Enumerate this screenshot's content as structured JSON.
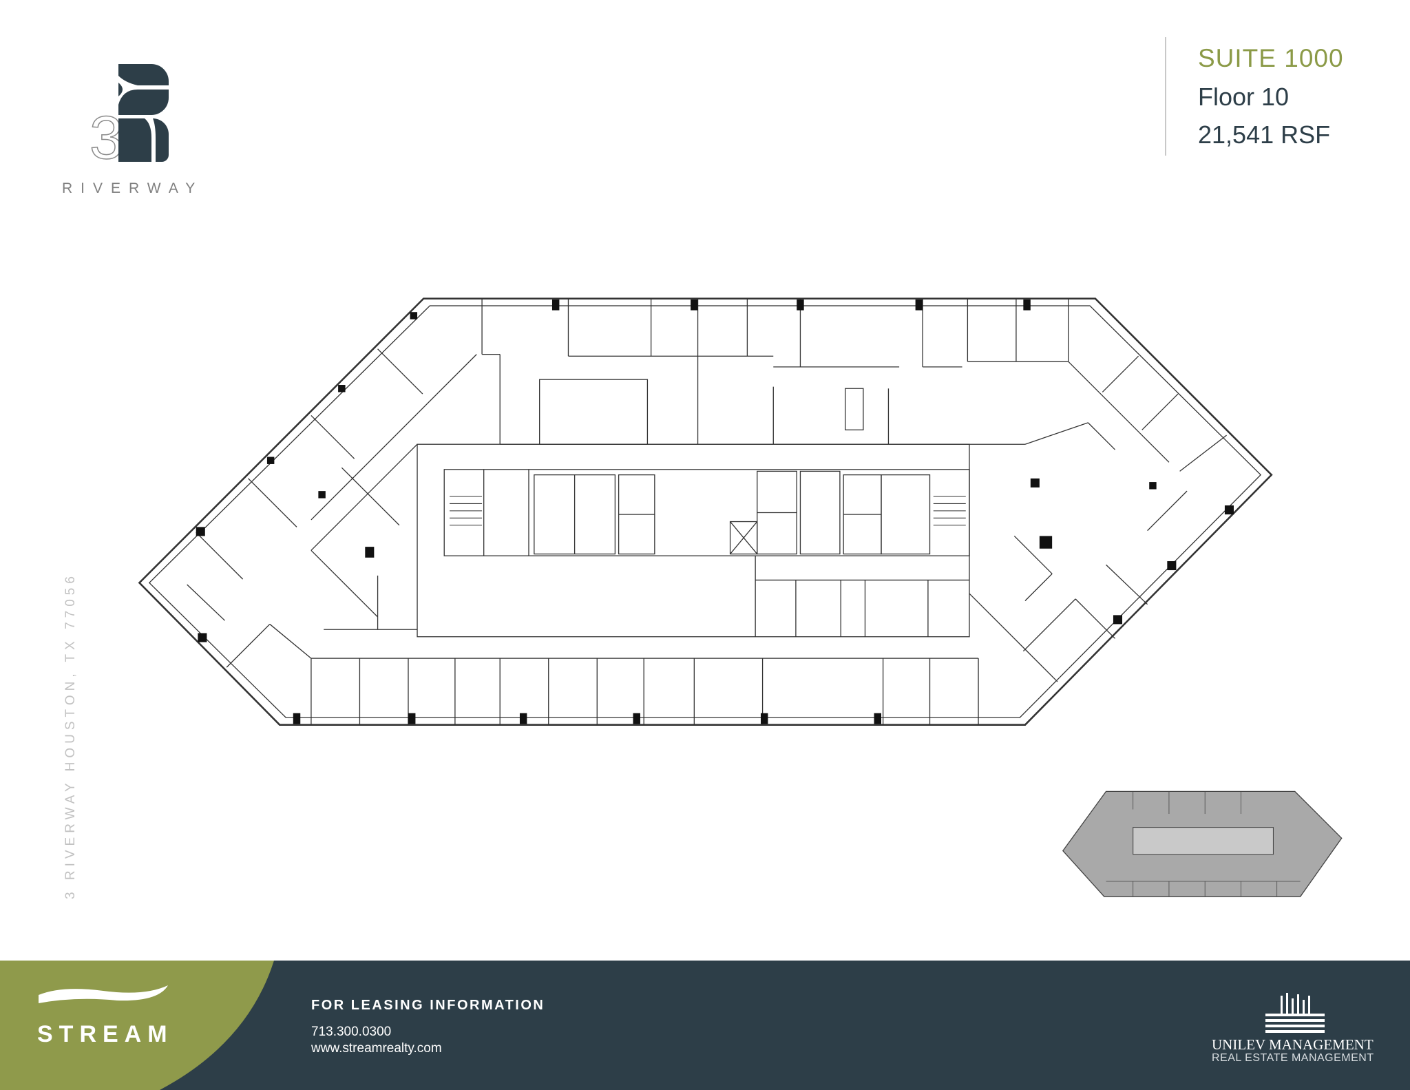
{
  "brand": {
    "logo_numeral": "3",
    "logo_word": "RIVERWAY"
  },
  "suite": {
    "title": "SUITE 1000",
    "floor": "Floor 10",
    "area": "21,541 RSF"
  },
  "address": "3 RIVERWAY HOUSTON, TX 77056",
  "footer": {
    "stream_logo": "STREAM",
    "leasing_heading": "FOR LEASING INFORMATION",
    "phone": "713.300.0300",
    "website": "www.streamrealty.com",
    "management_name": "UNILEV MANAGEMENT",
    "management_sub": "REAL ESTATE MANAGEMENT"
  },
  "colors": {
    "accent_olive": "#8b9a47",
    "navy": "#2d3e48",
    "footer_green": "#8f9a4b"
  }
}
